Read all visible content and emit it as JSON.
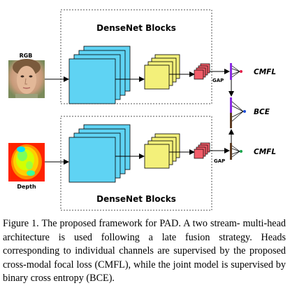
{
  "figure": {
    "block_title_top": "DenseNet Blocks",
    "block_title_bottom": "DenseNet Blocks",
    "input_rgb_label": "RGB",
    "input_depth_label": "Depth",
    "gap_label_top": "GAP",
    "gap_label_bottom": "GAP",
    "head_top_label": "CMFL",
    "head_bottom_label": "CMFL",
    "fusion_label": "BCE",
    "colors": {
      "cube_cyan": "#5fd3f3",
      "cube_yellow": "#f3f07a",
      "cube_red": "#f25d6a",
      "feature_purple": "#8a2be2",
      "feature_brown": "#5c3a21",
      "dot_red": "#e11d48",
      "dot_green": "#16a34a",
      "dot_blue": "#1d4ed8"
    },
    "icons": [
      "rgb-face-image",
      "depth-map-image"
    ]
  },
  "caption": "Figure 1. The proposed framework for PAD. A two stream- multi-head architecture is used following a late fusion strategy. Heads corresponding to individual channels are supervised by the proposed cross-modal focal loss (CMFL), while the joint model is supervised by binary cross entropy (BCE)."
}
